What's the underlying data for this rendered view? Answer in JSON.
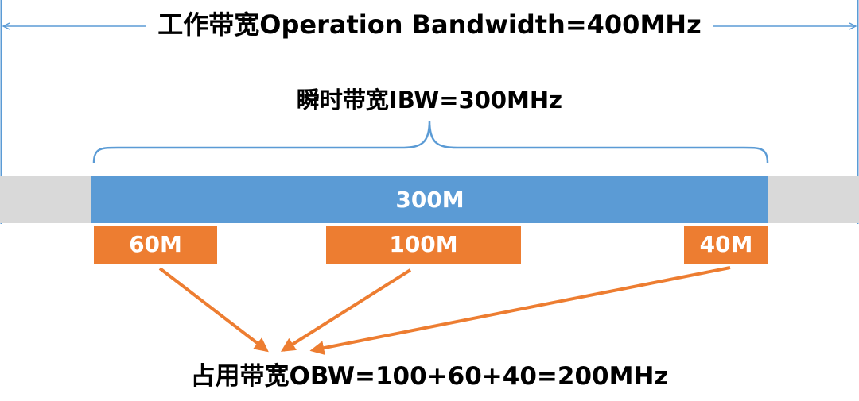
{
  "operation_bandwidth": {
    "label": "工作带宽Operation Bandwidth=400MHz"
  },
  "instantaneous_bandwidth": {
    "label": "瞬时带宽IBW=300MHz"
  },
  "ibw_bar": {
    "label": "300M"
  },
  "carriers": [
    {
      "label": "60M"
    },
    {
      "label": "100M"
    },
    {
      "label": "40M"
    }
  ],
  "occupied_bandwidth": {
    "label": "占用带宽OBW=100+60+40=200MHz"
  },
  "colors": {
    "operation_band_gray": "#d9d9d9",
    "ibw_blue": "#5b9bd5",
    "carrier_orange": "#ed7d31",
    "line_blue": "#5b9bd5",
    "arrow_orange": "#ed7d31"
  }
}
